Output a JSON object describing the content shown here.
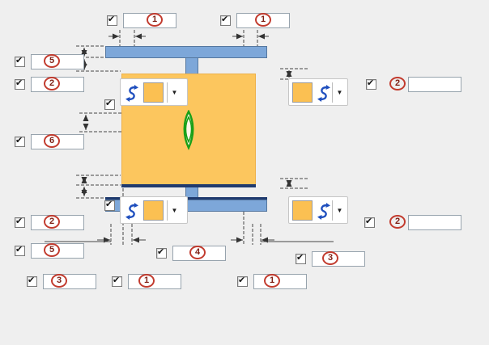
{
  "window": {
    "background": "#efefef"
  },
  "icons": {
    "check": "✔",
    "dropdown": "▼",
    "flip": "flip-arrows-icon",
    "direction_marker": "up-direction-marker"
  },
  "colors": {
    "beam": "#7da7d9",
    "beam_border": "#55779f",
    "plate": "#fcc65e",
    "plate_edge_dark": "#1f3a6e",
    "badge_border": "#c23b2e",
    "badge_text": "#7e1f14",
    "swatch": "#fbc052",
    "marker_green": "#18a018",
    "flip_blue": "#1f4fbe",
    "dimension_line": "#444444"
  },
  "controls": {
    "top_left": {
      "badge": "1",
      "checked": true,
      "value": ""
    },
    "top_right": {
      "badge": "1",
      "checked": true,
      "value": ""
    },
    "left_top": {
      "badge": "5",
      "checked": true,
      "value": ""
    },
    "left_upper": {
      "badge": "2",
      "checked": true,
      "value": ""
    },
    "right_upper": {
      "badge": "2",
      "checked": true,
      "value": ""
    },
    "left_middle": {
      "badge": "6",
      "checked": true,
      "value": ""
    },
    "left_lower": {
      "badge": "2",
      "checked": true,
      "value": ""
    },
    "right_lower": {
      "badge": "2",
      "checked": true,
      "value": ""
    },
    "left_bottom": {
      "badge": "5",
      "checked": true,
      "value": ""
    },
    "bottom_middle": {
      "badge": "4",
      "checked": true,
      "value": ""
    },
    "bottom_right": {
      "badge": "3",
      "checked": true,
      "value": ""
    },
    "bottom_row_left": {
      "badge": "3",
      "checked": true,
      "value": ""
    },
    "bottom_row_center": {
      "badge": "1",
      "checked": true,
      "value": ""
    },
    "bottom_row_right": {
      "badge": "1",
      "checked": true,
      "value": ""
    }
  },
  "standalone_checkboxes": {
    "plate_top_left": {
      "checked": true
    },
    "plate_bottom_left": {
      "checked": true
    }
  },
  "combos": {
    "top_left": {
      "swatch_color": "#fbc052"
    },
    "top_right": {
      "swatch_color": "#fbc052"
    },
    "bottom_left": {
      "swatch_color": "#fbc052"
    },
    "bottom_right": {
      "swatch_color": "#fbc052"
    }
  }
}
